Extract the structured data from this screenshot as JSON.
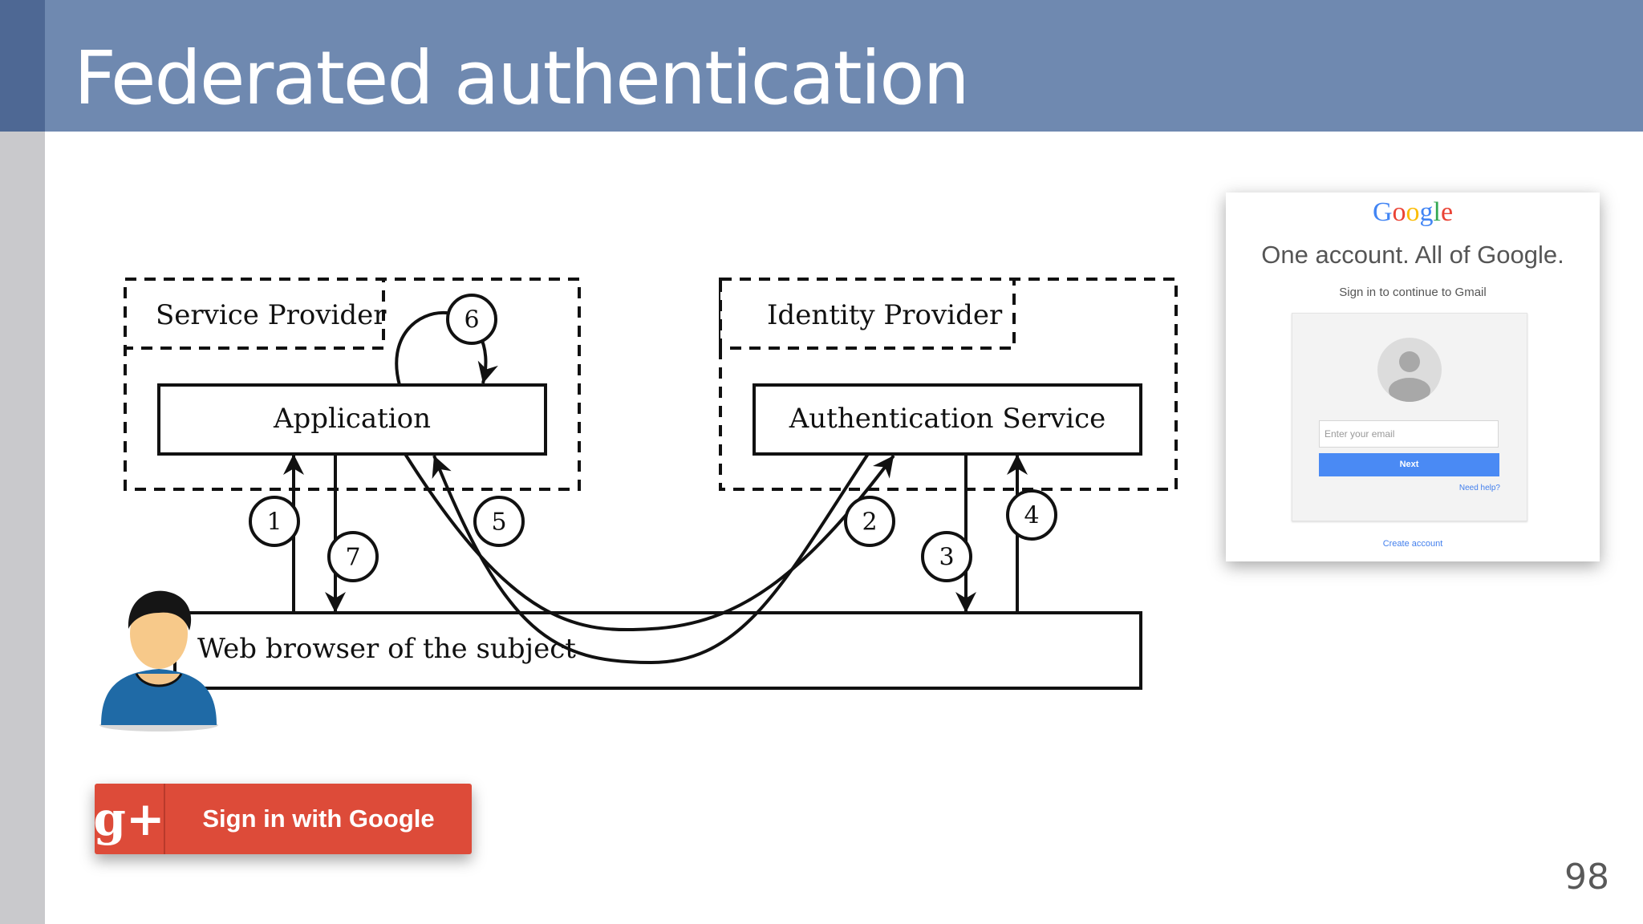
{
  "slide": {
    "title": "Federated authentication",
    "page_number": "98"
  },
  "diagram": {
    "service_provider_label": "Service Provider",
    "identity_provider_label": "Identity Provider",
    "application_label": "Application",
    "auth_service_label": "Authentication Service",
    "browser_label": "Web browser of the subject",
    "steps": [
      "1",
      "2",
      "3",
      "4",
      "5",
      "6",
      "7"
    ]
  },
  "google_button": {
    "icon_text": "g+",
    "label": "Sign in with Google",
    "color": "#dd4b39"
  },
  "google_signin": {
    "logo_letters": [
      {
        "char": "G",
        "color": "#4285f4"
      },
      {
        "char": "o",
        "color": "#ea4335"
      },
      {
        "char": "o",
        "color": "#fbbc05"
      },
      {
        "char": "g",
        "color": "#4285f4"
      },
      {
        "char": "l",
        "color": "#34a853"
      },
      {
        "char": "e",
        "color": "#ea4335"
      }
    ],
    "heading": "One account. All of Google.",
    "subheading": "Sign in to continue to Gmail",
    "email_placeholder": "Enter your email",
    "next_label": "Next",
    "help_link": "Need help?",
    "create_account": "Create account",
    "accent_color": "#4a8af4"
  }
}
